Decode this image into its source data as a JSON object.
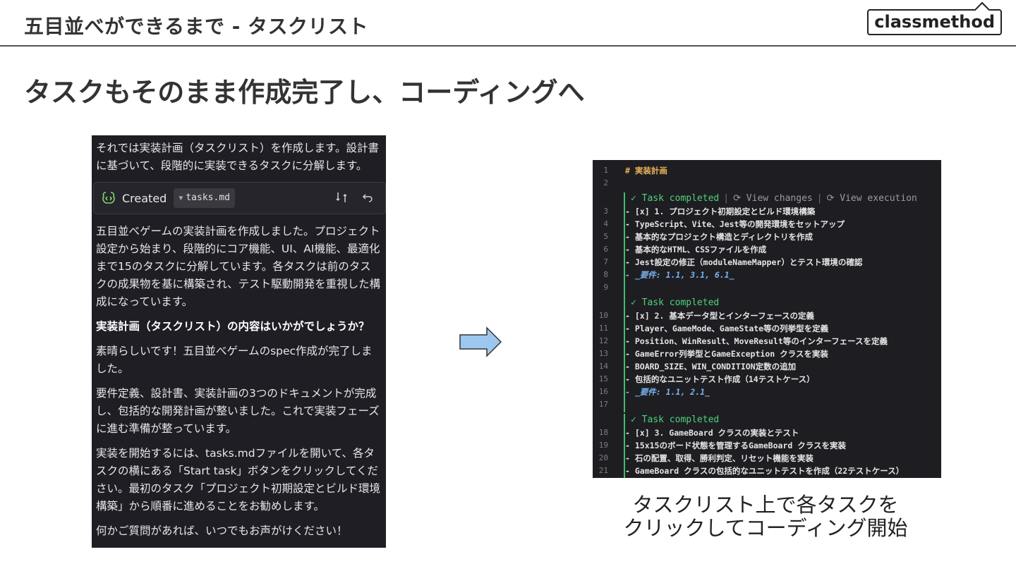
{
  "header": {
    "title": "五目並べができるまで - タスクリスト",
    "logo": "classmethod"
  },
  "slide_title": "タスクもそのまま作成完了し、コーディングへ",
  "chat": {
    "intro": "それでは実装計画（タスクリスト）を作成します。設計書に基づいて、段階的に実装できるタスクに分解します。",
    "created_label": "Created",
    "file_name": "tasks.md",
    "p1": "五目並べゲームの実装計画を作成しました。プロジェクト設定から始まり、段階的にコア機能、UI、AI機能、最適化まで15のタスクに分解しています。各タスクは前のタスクの成果物を基に構築され、テスト駆動開発を重視した構成になっています。",
    "p2": "実装計画（タスクリスト）の内容はいかがでしょうか？",
    "p3": "素晴らしいです！五目並べゲームのspec作成が完了しました。",
    "p4": "要件定義、設計書、実装計画の3つのドキュメントが完成し、包括的な開発計画が整いました。これで実装フェーズに進む準備が整っています。",
    "p5": "実装を開始するには、tasks.mdファイルを開いて、各タスクの横にある「Start task」ボタンをクリックしてください。最初のタスク「プロジェクト初期設定とビルド環境構築」から順番に進めることをお勧めします。",
    "p6": "何かご質問があれば、いつでもお声がけください！"
  },
  "code": {
    "heading": "# 実装計画",
    "task_completed": "Task completed",
    "view_changes": "View changes",
    "view_execution": "View execution",
    "lines": {
      "l3": "- [x] 1. プロジェクト初期設定とビルド環境構築",
      "l4": "  - TypeScript、Vite、Jest等の開発環境をセットアップ",
      "l5": "  - 基本的なプロジェクト構造とディレクトリを作成",
      "l6": "  - 基本的なHTML、CSSファイルを作成",
      "l7": "  - Jest設定の修正（moduleNameMapper）とテスト環境の確認",
      "l8": "  - _要件: 1.1, 3.1, 6.1_",
      "l10": "- [x] 2. 基本データ型とインターフェースの定義",
      "l11": "  - Player、GameMode、GameState等の列挙型を定義",
      "l12": "  - Position、WinResult、MoveResult等のインターフェースを定義",
      "l13": "  - GameError列挙型とGameException クラスを実装",
      "l14": "  - BOARD_SIZE、WIN_CONDITION定数の追加",
      "l15": "  - 包括的なユニットテスト作成（14テストケース）",
      "l16": "  - _要件: 1.1, 2.1_",
      "l18": "- [x] 3. GameBoard クラスの実装とテスト",
      "l19": "  - 15x15のボード状態を管理するGameBoard クラスを実装",
      "l20": "  - 石の配置、取得、勝利判定、リセット機能を実装",
      "l21": "  - GameBoard クラスの包括的なユニットテストを作成（22テストケース）"
    },
    "nums": [
      "1",
      "2",
      "3",
      "4",
      "5",
      "6",
      "7",
      "8",
      "9",
      "10",
      "11",
      "12",
      "13",
      "14",
      "15",
      "16",
      "17",
      "18",
      "19",
      "20",
      "21"
    ]
  },
  "caption": {
    "line1": "タスクリスト上で各タスクを",
    "line2": "クリックしてコーディング開始"
  }
}
